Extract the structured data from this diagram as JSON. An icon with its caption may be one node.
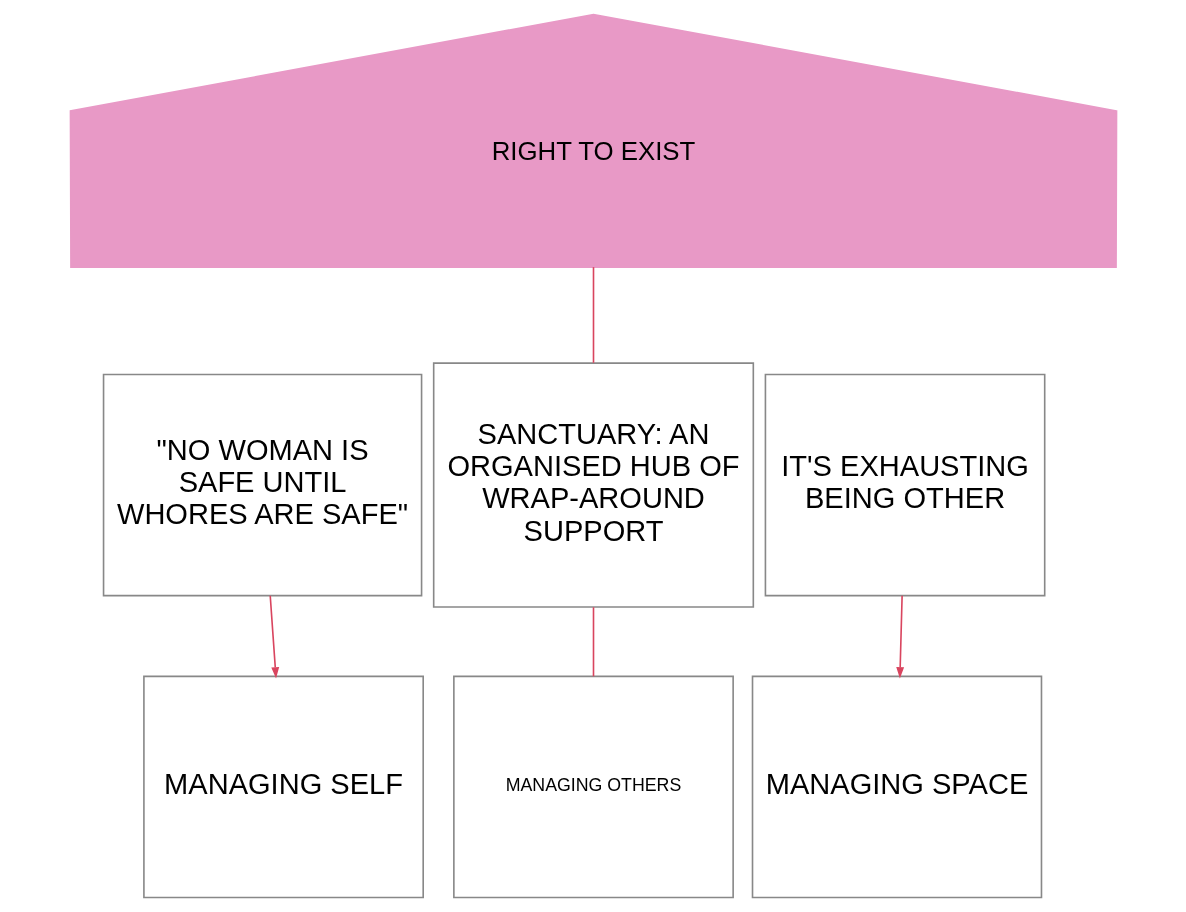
{
  "diagram": {
    "nodes": [
      {
        "text": [
          "RIGHT TO EXIST"
        ]
      },
      {
        "text": [
          "\"NO WOMAN IS SAFE UNTIL WHORES ARE SAFE\""
        ]
      },
      {
        "text": [
          "SANCTUARY: AN ORGANISED HUB OF WRAP-AROUND SUPPORT"
        ]
      },
      {
        "text": [
          "IT'S EXHAUSTING BEING OTHER"
        ]
      },
      {
        "text": [
          "MANAGING SELF"
        ]
      },
      {
        "text": [
          "MANAGING OTHERS"
        ]
      },
      {
        "text": [
          "MANAGING SPACE"
        ]
      }
    ],
    "edges": [
      {
        "from": 0,
        "to": 2,
        "arrow": "none"
      },
      {
        "from": 1,
        "to": 4,
        "arrow": "to"
      },
      {
        "from": 2,
        "to": 5,
        "arrow": "none"
      },
      {
        "from": 3,
        "to": 6,
        "arrow": "to"
      }
    ]
  }
}
